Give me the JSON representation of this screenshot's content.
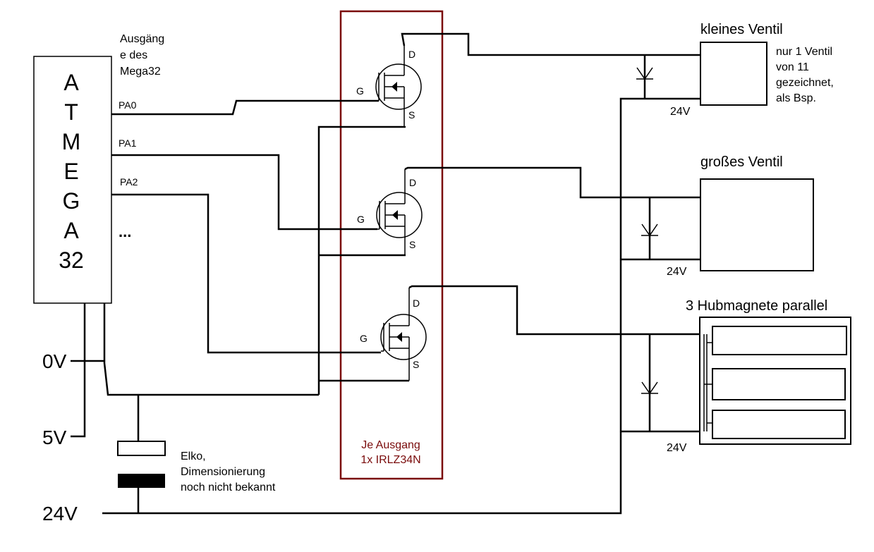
{
  "colors": {
    "wire": "#000000",
    "frame": "#7a0b0b",
    "background": "#ffffff"
  },
  "mcu": {
    "letters": [
      "A",
      "T",
      "M",
      "E",
      "G",
      "A",
      "32"
    ],
    "outputs_label_lines": [
      "Ausgäng",
      "e des",
      "Mega32"
    ],
    "pins": [
      "PA0",
      "PA1",
      "PA2",
      "..."
    ]
  },
  "rails": {
    "zero": "0V",
    "five": "5V",
    "twentyfour": "24V"
  },
  "mosfet": {
    "gate": "G",
    "drain": "D",
    "source": "S"
  },
  "frame_note_lines": [
    "Je Ausgang",
    "1x IRLZ34N"
  ],
  "capacitor_note_lines": [
    "Elko,",
    "Dimensionierung",
    "noch nicht bekannt"
  ],
  "loads": {
    "small_valve": {
      "title": "kleines Ventil",
      "voltage": "24V"
    },
    "note_lines": [
      "nur 1 Ventil",
      "von 11",
      "gezeichnet,",
      "als Bsp."
    ],
    "large_valve": {
      "title": "großes Ventil",
      "voltage": "24V"
    },
    "magnets": {
      "title": "3 Hubmagnete parallel",
      "voltage": "24V"
    }
  }
}
